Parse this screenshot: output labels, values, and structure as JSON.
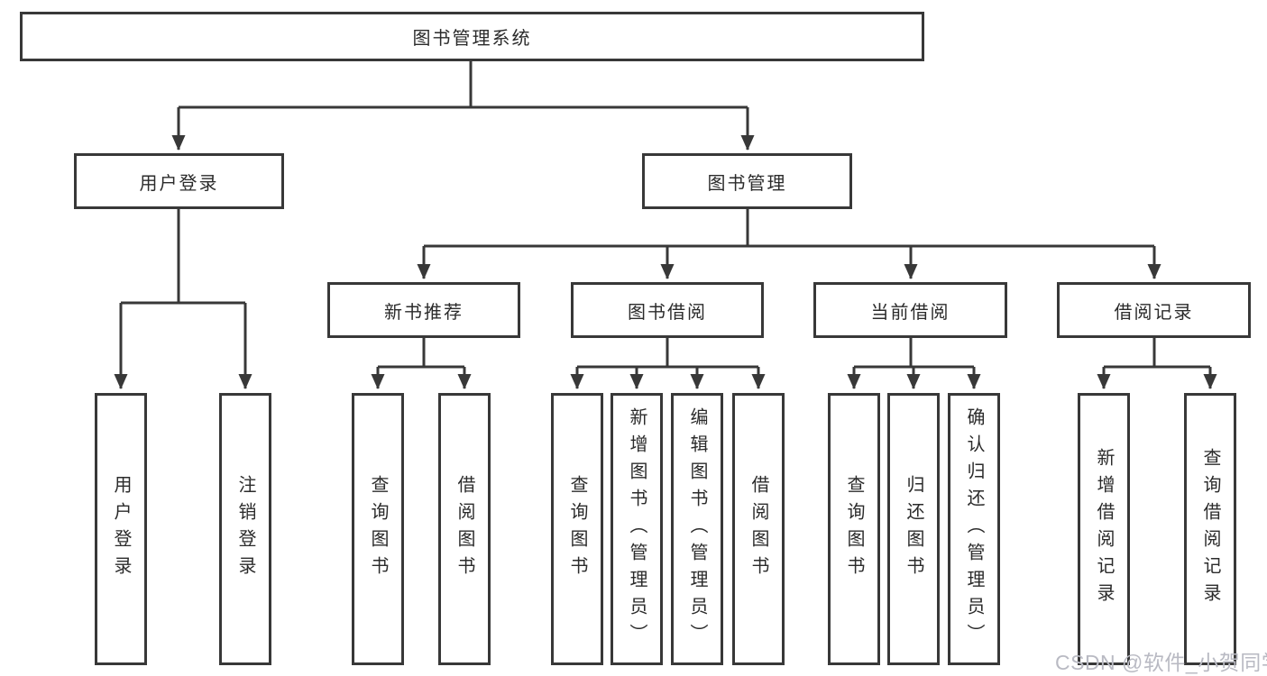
{
  "diagram": {
    "root": {
      "label": "图书管理系统"
    },
    "branches": [
      {
        "label": "用户登录",
        "children": [
          "用户登录",
          "注销登录"
        ]
      },
      {
        "label": "图书管理"
      }
    ],
    "modules": [
      {
        "label": "新书推荐",
        "children": [
          "查询图书",
          "借阅图书"
        ]
      },
      {
        "label": "图书借阅",
        "children": [
          "查询图书",
          "新增图书（管理员）",
          "编辑图书（管理员）",
          "借阅图书"
        ]
      },
      {
        "label": "当前借阅",
        "children": [
          "查询图书",
          "归还图书",
          "确认归还（管理员）"
        ]
      },
      {
        "label": "借阅记录",
        "children": [
          "新增借阅记录",
          "查询借阅记录"
        ]
      }
    ]
  },
  "colors": {
    "line": "#383838",
    "text": "#2b2b2b",
    "watermark": "#b9bac3",
    "background": "#ffffff"
  },
  "watermark": {
    "text": "CSDN @软件_小贺同学"
  }
}
